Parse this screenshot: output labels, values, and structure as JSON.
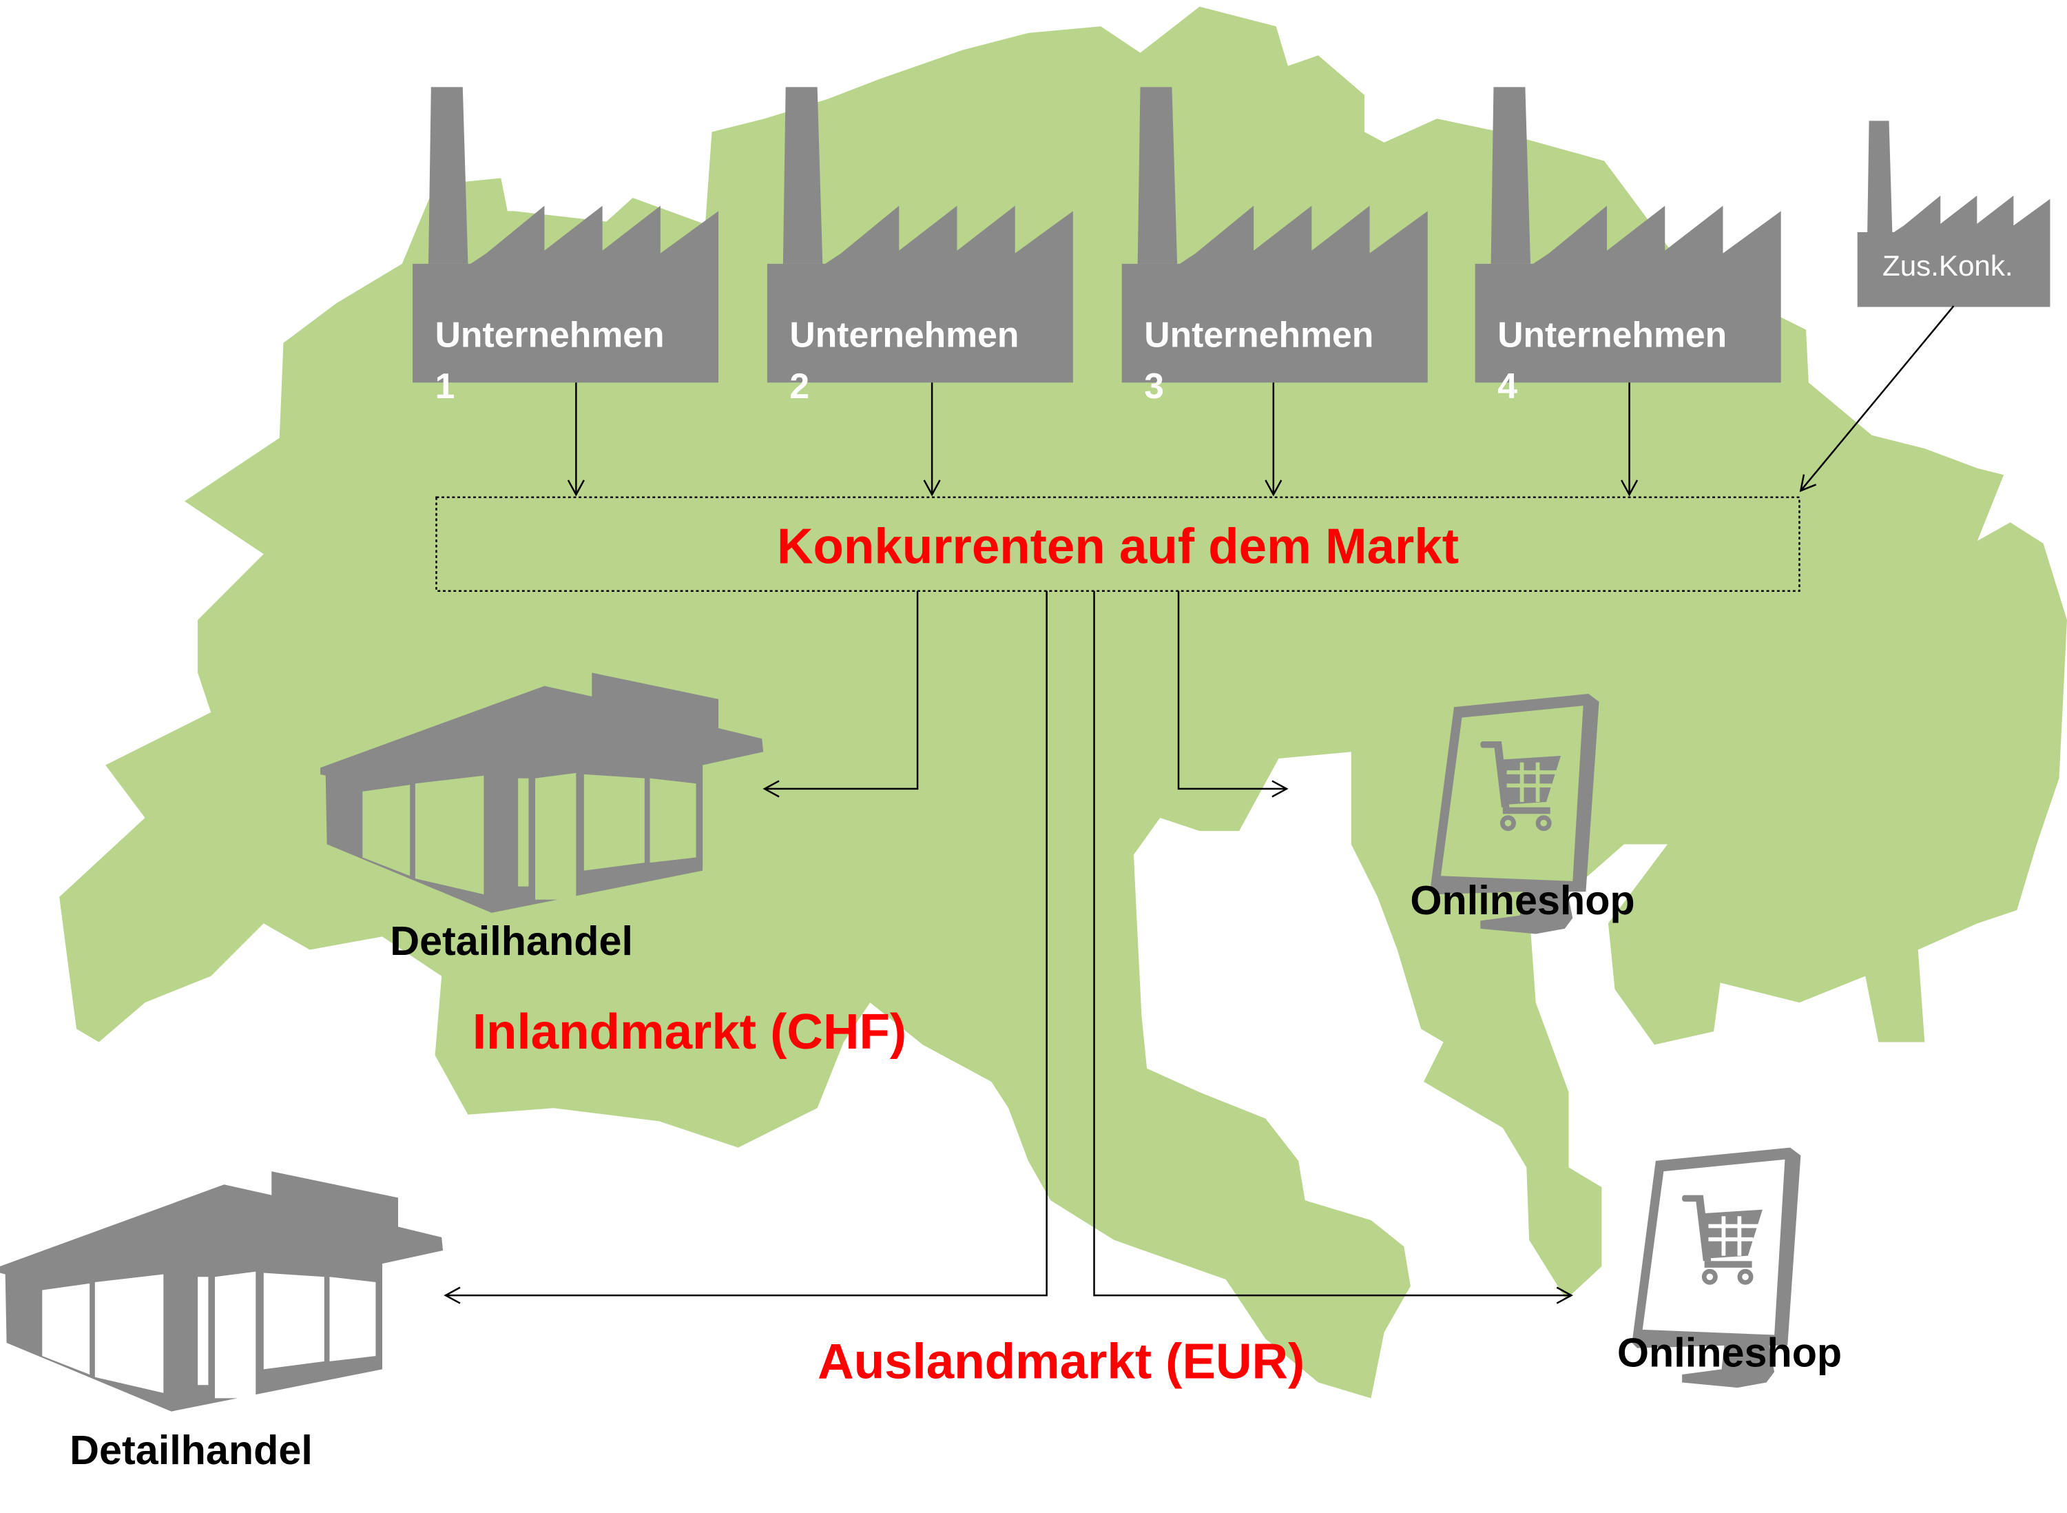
{
  "diagram": {
    "colors": {
      "map_fill": "#b9d48b",
      "icon_gray": "#898989",
      "accent_red": "#ff0000",
      "text_black": "#000000",
      "text_white": "#ffffff"
    },
    "companies": [
      {
        "label": "Unternehmen",
        "number": "1"
      },
      {
        "label": "Unternehmen",
        "number": "2"
      },
      {
        "label": "Unternehmen",
        "number": "3"
      },
      {
        "label": "Unternehmen",
        "number": "4"
      }
    ],
    "additional_competitor": {
      "label": "Zus.Konk."
    },
    "market_box": {
      "label": "Konkurrenten auf dem Markt"
    },
    "domestic": {
      "market_label": "Inlandmarkt (CHF)",
      "retail_label": "Detailhandel",
      "online_label": "Onlineshop"
    },
    "foreign": {
      "market_label": "Auslandmarkt (EUR)",
      "retail_label": "Detailhandel",
      "online_label": "Onlineshop"
    },
    "icons": {
      "factory": "factory-icon",
      "store": "store-icon",
      "online": "computer-cart-icon",
      "map": "switzerland-map"
    }
  }
}
